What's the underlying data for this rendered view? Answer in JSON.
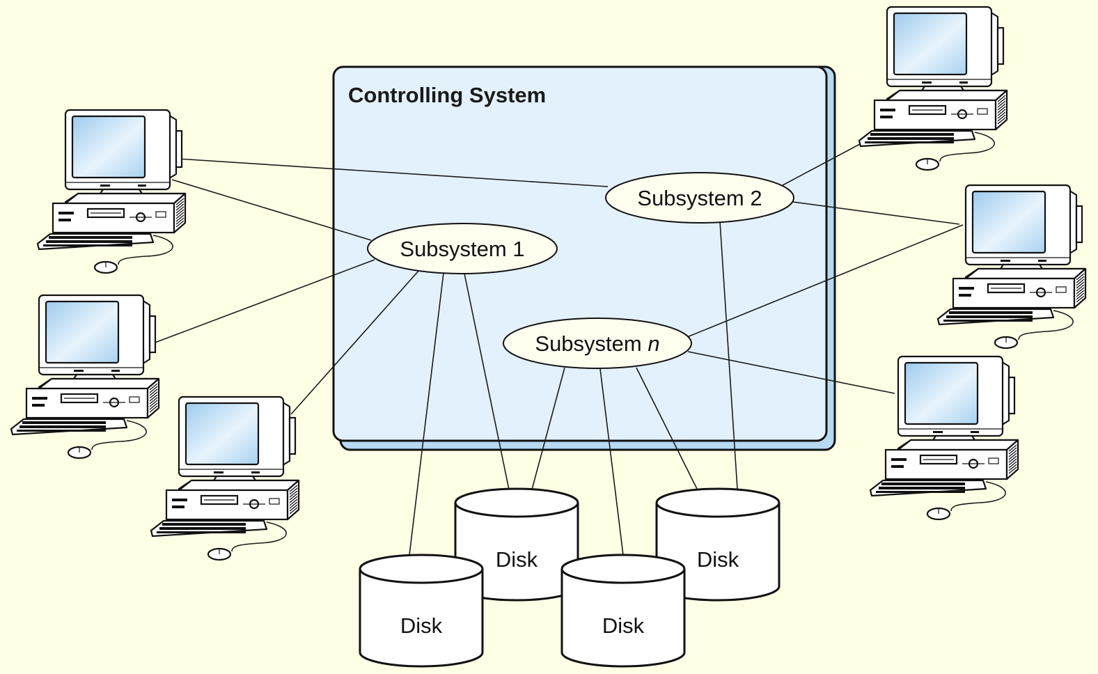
{
  "colors": {
    "background": "#ffffe6",
    "controlling_system_fill": "#e3f1fc",
    "controlling_system_shadow": "#b7d9f2",
    "screen": "#bcdcf3",
    "node_fill": "#fffff0"
  },
  "controlling_system": {
    "title": "Controlling System"
  },
  "subsystems": {
    "s1": {
      "prefix": "Subsystem ",
      "suffix": "1"
    },
    "s2": {
      "prefix": "Subsystem ",
      "suffix": "2"
    },
    "sn": {
      "prefix": "Subsystem ",
      "suffix": "n"
    }
  },
  "disks": {
    "d1": "Disk",
    "d2": "Disk",
    "d3": "Disk",
    "d4": "Disk"
  },
  "icons": {
    "computer": "desktop-computer-icon"
  }
}
